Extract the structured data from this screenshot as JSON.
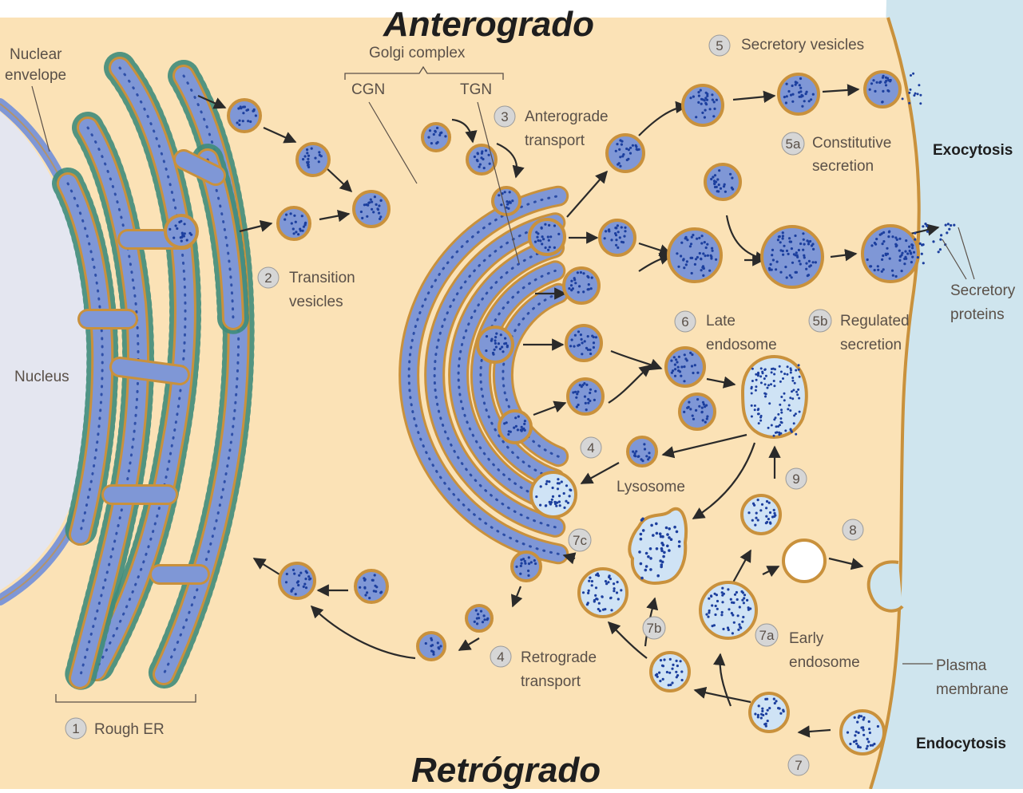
{
  "titles": {
    "top": "Anterogrado",
    "bottom": "Retrógrado"
  },
  "labels": {
    "nuclear_envelope_1": "Nuclear",
    "nuclear_envelope_2": "envelope",
    "nucleus": "Nucleus",
    "golgi_complex": "Golgi complex",
    "cgn": "CGN",
    "tgn": "TGN",
    "transition_1": "Transition",
    "transition_2": "vesicles",
    "anterograde_1": "Anterograde",
    "anterograde_2": "transport",
    "secretory_vesicles": "Secretory vesicles",
    "constitutive_1": "Constitutive",
    "constitutive_2": "secretion",
    "exocytosis": "Exocytosis",
    "secretory_proteins_1": "Secretory",
    "secretory_proteins_2": "proteins",
    "late_endosome_1": "Late",
    "late_endosome_2": "endosome",
    "regulated_1": "Regulated",
    "regulated_2": "secretion",
    "lysosome": "Lysosome",
    "retrograde_1": "Retrograde",
    "retrograde_2": "transport",
    "early_endosome_1": "Early",
    "early_endosome_2": "endosome",
    "plasma_membrane_1": "Plasma",
    "plasma_membrane_2": "membrane",
    "endocytosis": "Endocytosis",
    "rough_er": "Rough ER"
  },
  "steps": {
    "s1": "1",
    "s2": "2",
    "s3": "3",
    "s4a": "4",
    "s4b": "4",
    "s5": "5",
    "s5a": "5a",
    "s5b": "5b",
    "s6": "6",
    "s7": "7",
    "s7a": "7a",
    "s7b": "7b",
    "s7c": "7c",
    "s8": "8",
    "s9": "9"
  },
  "colors": {
    "cytoplasm": "#fbe2b6",
    "exterior": "#cfe5ee",
    "membrane": "#c9913c",
    "lumen": "#7f97d6",
    "lumen_light": "#cfe3f5",
    "dot": "#1c3f9e",
    "ribosome": "#3f8c7a",
    "arrow": "#2a2a2a",
    "text": "#5a5048",
    "badge": "#d6d6d6"
  }
}
